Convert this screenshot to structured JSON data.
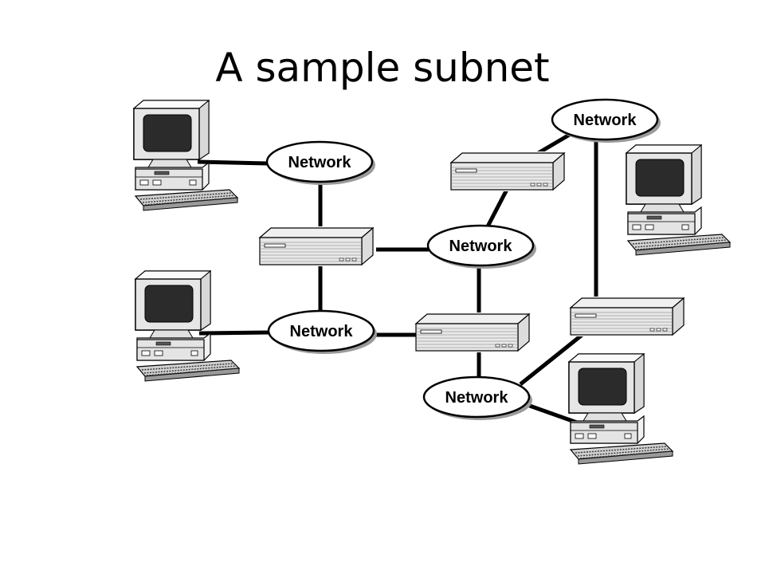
{
  "title": "A sample subnet",
  "networks": [
    {
      "id": "net-1",
      "label": "Network"
    },
    {
      "id": "net-2",
      "label": "Network"
    },
    {
      "id": "net-3",
      "label": "Network"
    },
    {
      "id": "net-4",
      "label": "Network"
    },
    {
      "id": "net-5",
      "label": "Network"
    }
  ],
  "colors": {
    "line": "#000000",
    "device_fill": "#e6e6e6",
    "screen": "#2b2b2b",
    "shadow": "#9a9a9a"
  }
}
